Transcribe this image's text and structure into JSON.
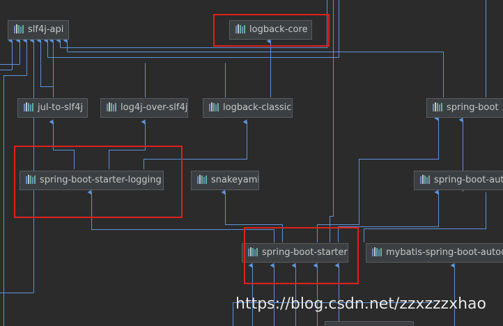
{
  "nodes": {
    "slf4j_api": "slf4j-api",
    "logback_core": "logback-core",
    "jul_to_slf4j": "jul-to-slf4j",
    "log4j_over_slf4j": "log4j-over-slf4j",
    "logback_classic": "logback-classic",
    "spring_boot": "spring-boot",
    "spring_boot_starter_logging": "spring-boot-starter-logging",
    "snakeyaml": "snakeyaml",
    "spring_boot_auto": "spring-boot-auto",
    "spring_boot_starter": "spring-boot-starter",
    "mybatis_spring_boot_auto": "mybatis-spring-boot-autoco"
  },
  "watermark": "https://blog.csdn.net/zzxzzzxhao",
  "colors": {
    "background": "#2b2b2b",
    "node_fill": "#3c3f41",
    "edge": "#5e93dc",
    "highlight": "#e0201d"
  },
  "icon": "library-icon"
}
